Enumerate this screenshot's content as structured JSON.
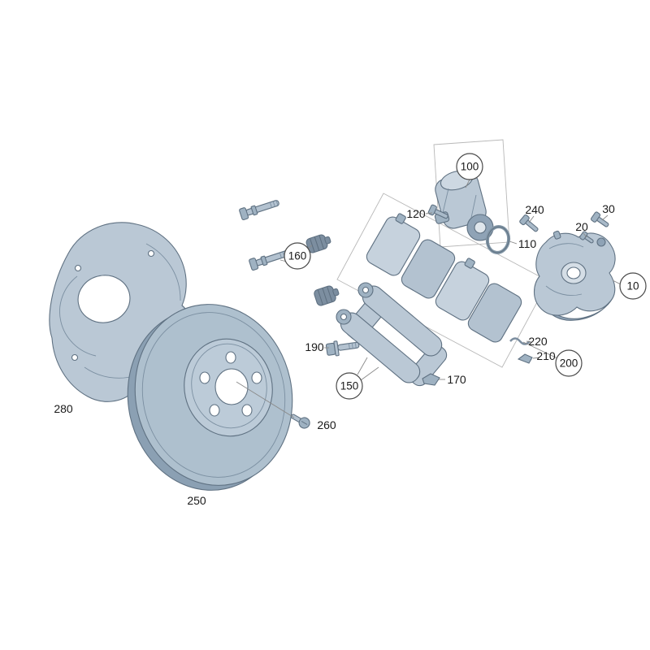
{
  "page": {
    "background": "#ffffff",
    "kind": "exploded-parts-diagram",
    "subject": "rear-disc-brake-assembly"
  },
  "palette": {
    "part_fill": "#bac8d5",
    "part_fill_light": "#cdd8e2",
    "part_fill_dark": "#8fa3b6",
    "part_stroke": "#5f7182",
    "rubber_fill": "#7c8ea0",
    "leader_line": "#8a8a8a",
    "group_box": "#b8b8b8",
    "label_text": "#1a1a1a"
  },
  "callouts": [
    {
      "ref": "100",
      "style": "circled",
      "points_to": "parking-brake-actuator-motor"
    },
    {
      "ref": "120",
      "style": "plain",
      "points_to": "actuator-mounting-bolt"
    },
    {
      "ref": "240",
      "style": "plain",
      "points_to": "caliper-guide-bolt"
    },
    {
      "ref": "30",
      "style": "plain",
      "points_to": "bleeder-valve"
    },
    {
      "ref": "20",
      "style": "plain",
      "points_to": "bleeder-cap"
    },
    {
      "ref": "10",
      "style": "circled",
      "points_to": "brake-caliper"
    },
    {
      "ref": "110",
      "style": "plain",
      "points_to": "o-ring-seal"
    },
    {
      "ref": "160",
      "style": "circled",
      "points_to": "guide-pins-and-bushings"
    },
    {
      "ref": "190",
      "style": "plain",
      "points_to": "carrier-mounting-bolt"
    },
    {
      "ref": "150",
      "style": "circled",
      "points_to": "caliper-carrier-bracket"
    },
    {
      "ref": "170",
      "style": "plain",
      "points_to": "retaining-clip"
    },
    {
      "ref": "220",
      "style": "plain",
      "points_to": "pad-spring-clip"
    },
    {
      "ref": "210",
      "style": "plain",
      "points_to": "pad-retainer-clip"
    },
    {
      "ref": "200",
      "style": "circled",
      "points_to": "brake-pad-set"
    },
    {
      "ref": "260",
      "style": "plain",
      "points_to": "disc-retaining-screw"
    },
    {
      "ref": "280",
      "style": "plain",
      "points_to": "brake-splash-shield"
    },
    {
      "ref": "250",
      "style": "plain",
      "points_to": "brake-disc"
    }
  ]
}
